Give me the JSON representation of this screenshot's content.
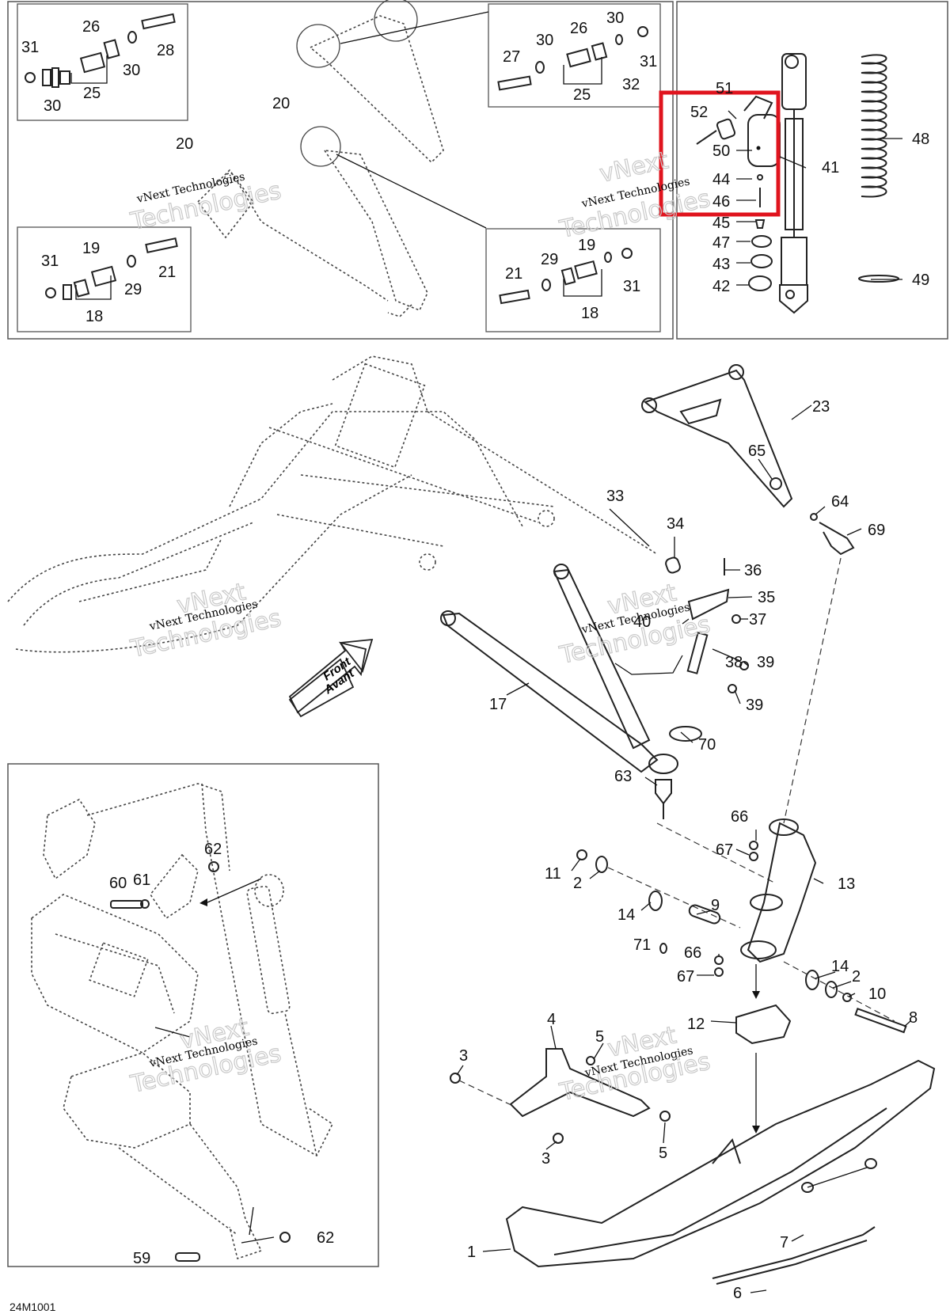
{
  "diagram": {
    "drawing_code": "24M1001",
    "watermark_small": "vNext Technologies",
    "watermark_large": "Technologies",
    "watermark_large_prefix": "vNext",
    "front_arrow": {
      "line1": "Front",
      "line2": "Avant"
    },
    "highlight_color": "#e0141e",
    "callouts": {
      "c31a": "31",
      "c26a": "26",
      "c28a": "28",
      "c30a": "30",
      "c25a": "25",
      "c30b": "30",
      "c20a": "20",
      "c20b": "20",
      "c27": "27",
      "c30c": "30",
      "c26b": "26",
      "c30d": "30",
      "c31b": "31",
      "c25b": "25",
      "c32": "32",
      "c31c": "31",
      "c19a": "19",
      "c21a": "21",
      "c29a": "29",
      "c18a": "18",
      "c21b": "21",
      "c29b": "29",
      "c19b": "19",
      "c31d": "31",
      "c18b": "18",
      "c51": "51",
      "c52": "52",
      "c50": "50",
      "c44": "44",
      "c46": "46",
      "c45": "45",
      "c47": "47",
      "c43": "43",
      "c42": "42",
      "c41": "41",
      "c48": "48",
      "c49": "49",
      "c23": "23",
      "c65": "65",
      "c64": "64",
      "c69": "69",
      "c33": "33",
      "c34": "34",
      "c36": "36",
      "c35": "35",
      "c40": "40",
      "c37": "37",
      "c38": "38",
      "c39a": "39",
      "c39b": "39",
      "c17": "17",
      "c70": "70",
      "c63": "63",
      "c66a": "66",
      "c67a": "67",
      "c13": "13",
      "c11": "11",
      "c2a": "2",
      "c14a": "14",
      "c9": "9",
      "c71": "71",
      "c66b": "66",
      "c67b": "67",
      "c14b": "14",
      "c2b": "2",
      "c10": "10",
      "c8": "8",
      "c12": "12",
      "c4": "4",
      "c5a": "5",
      "c3a": "3",
      "c3b": "3",
      "c5b": "5",
      "c1": "1",
      "c7": "7",
      "c6": "6",
      "c62a": "62",
      "c60": "60",
      "c61": "61",
      "c59": "59",
      "c62b": "62"
    }
  }
}
